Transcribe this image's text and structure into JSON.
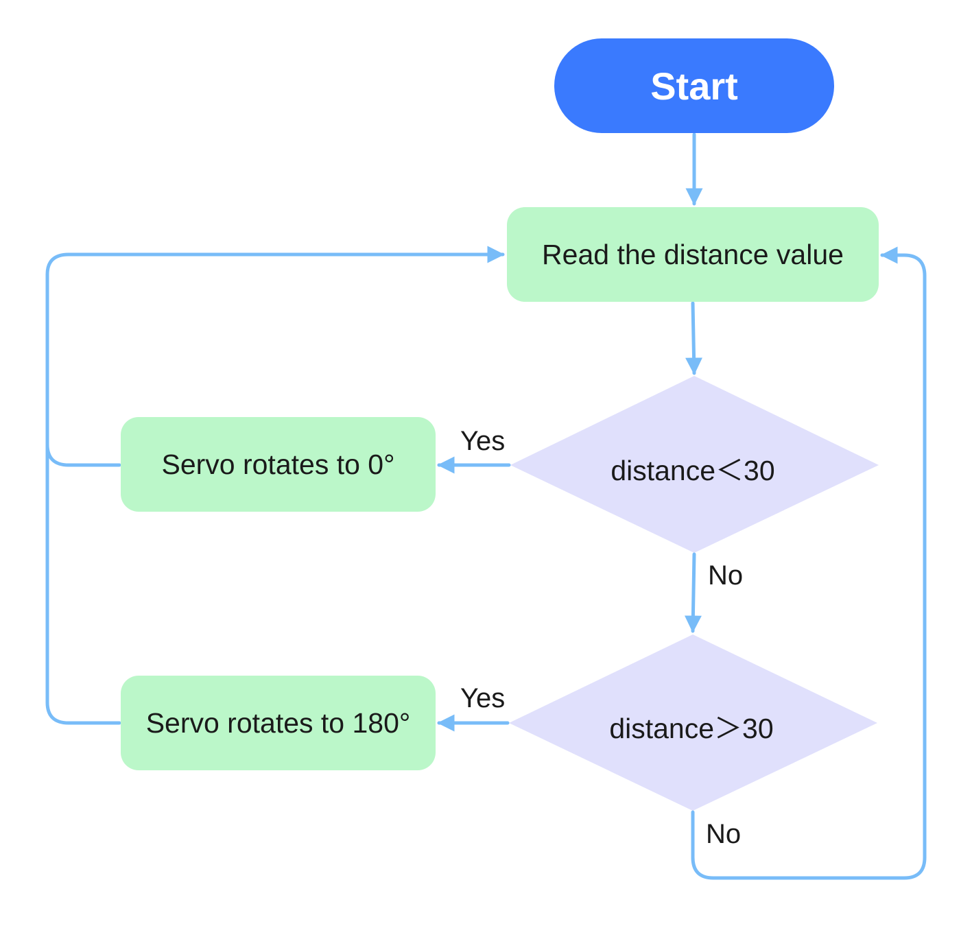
{
  "colors": {
    "start_fill": "#3a7afe",
    "process_fill": "#bbf7c9",
    "decision_fill": "#e0e0fc",
    "connector": "#78bcf8"
  },
  "nodes": {
    "start": {
      "label": "Start",
      "shape": "terminal"
    },
    "read": {
      "label": "Read the distance value",
      "shape": "process"
    },
    "decision_lt": {
      "label": "distance＜30",
      "shape": "decision"
    },
    "decision_gt": {
      "label": "distance＞30",
      "shape": "decision"
    },
    "servo_0": {
      "label": "Servo rotates to 0°",
      "shape": "process"
    },
    "servo_180": {
      "label": "Servo rotates to 180°",
      "shape": "process"
    }
  },
  "edges": {
    "lt_yes": "Yes",
    "lt_no": "No",
    "gt_yes": "Yes",
    "gt_no": "No"
  }
}
